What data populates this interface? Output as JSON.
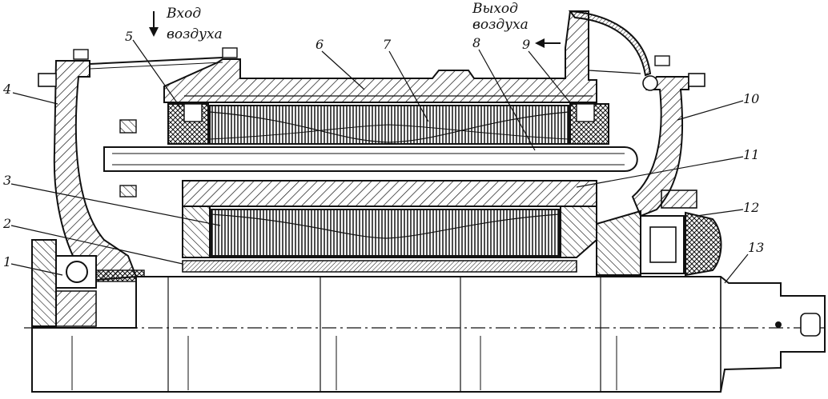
{
  "colors": {
    "ink": "#111111",
    "paper": "#ffffff"
  },
  "captions": {
    "air_in_line1": "Вход",
    "air_in_line2": "воздуха",
    "air_out_line1": "Выход",
    "air_out_line2": "воздуха"
  },
  "callouts": {
    "c1": "1",
    "c2": "2",
    "c3": "3",
    "c4": "4",
    "c5": "5",
    "c6": "6",
    "c7": "7",
    "c8": "8",
    "c9": "9",
    "c10": "10",
    "c11": "11",
    "c12": "12",
    "c13": "13"
  }
}
